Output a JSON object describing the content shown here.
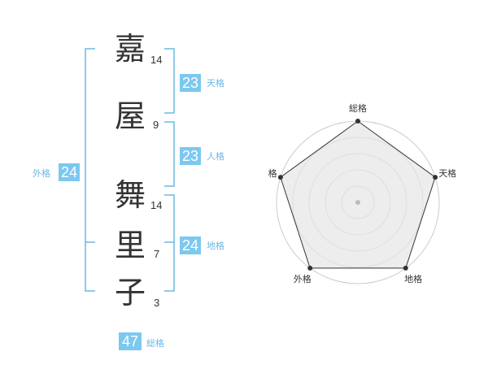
{
  "name": {
    "surname": [
      {
        "char": "嘉",
        "strokes": "14"
      },
      {
        "char": "屋",
        "strokes": "9"
      }
    ],
    "given": [
      {
        "char": "舞",
        "strokes": "14"
      },
      {
        "char": "里",
        "strokes": "7"
      },
      {
        "char": "子",
        "strokes": "3"
      }
    ]
  },
  "kakusu": {
    "tenkaku": {
      "value": "23",
      "label": "天格"
    },
    "jinkaku": {
      "value": "23",
      "label": "人格"
    },
    "chikaku": {
      "value": "24",
      "label": "地格"
    },
    "gaikaku": {
      "value": "24",
      "label": "外格"
    },
    "soukaku": {
      "value": "47",
      "label": "総格"
    }
  },
  "radar": {
    "axes": [
      "総格",
      "天格",
      "地格",
      "外格",
      "人格"
    ],
    "values": [
      1.0,
      1.0,
      1.0,
      1.0,
      1.0
    ],
    "levels": 5,
    "colors": {
      "fill": "#e6e6e6",
      "ring": "#cccccc",
      "stroke": "#333333",
      "point": "#333333",
      "center": "#bbbbbb"
    }
  },
  "colors": {
    "accent": "#7cc8f0",
    "bracket": "#6cb8e6",
    "text": "#333333"
  }
}
